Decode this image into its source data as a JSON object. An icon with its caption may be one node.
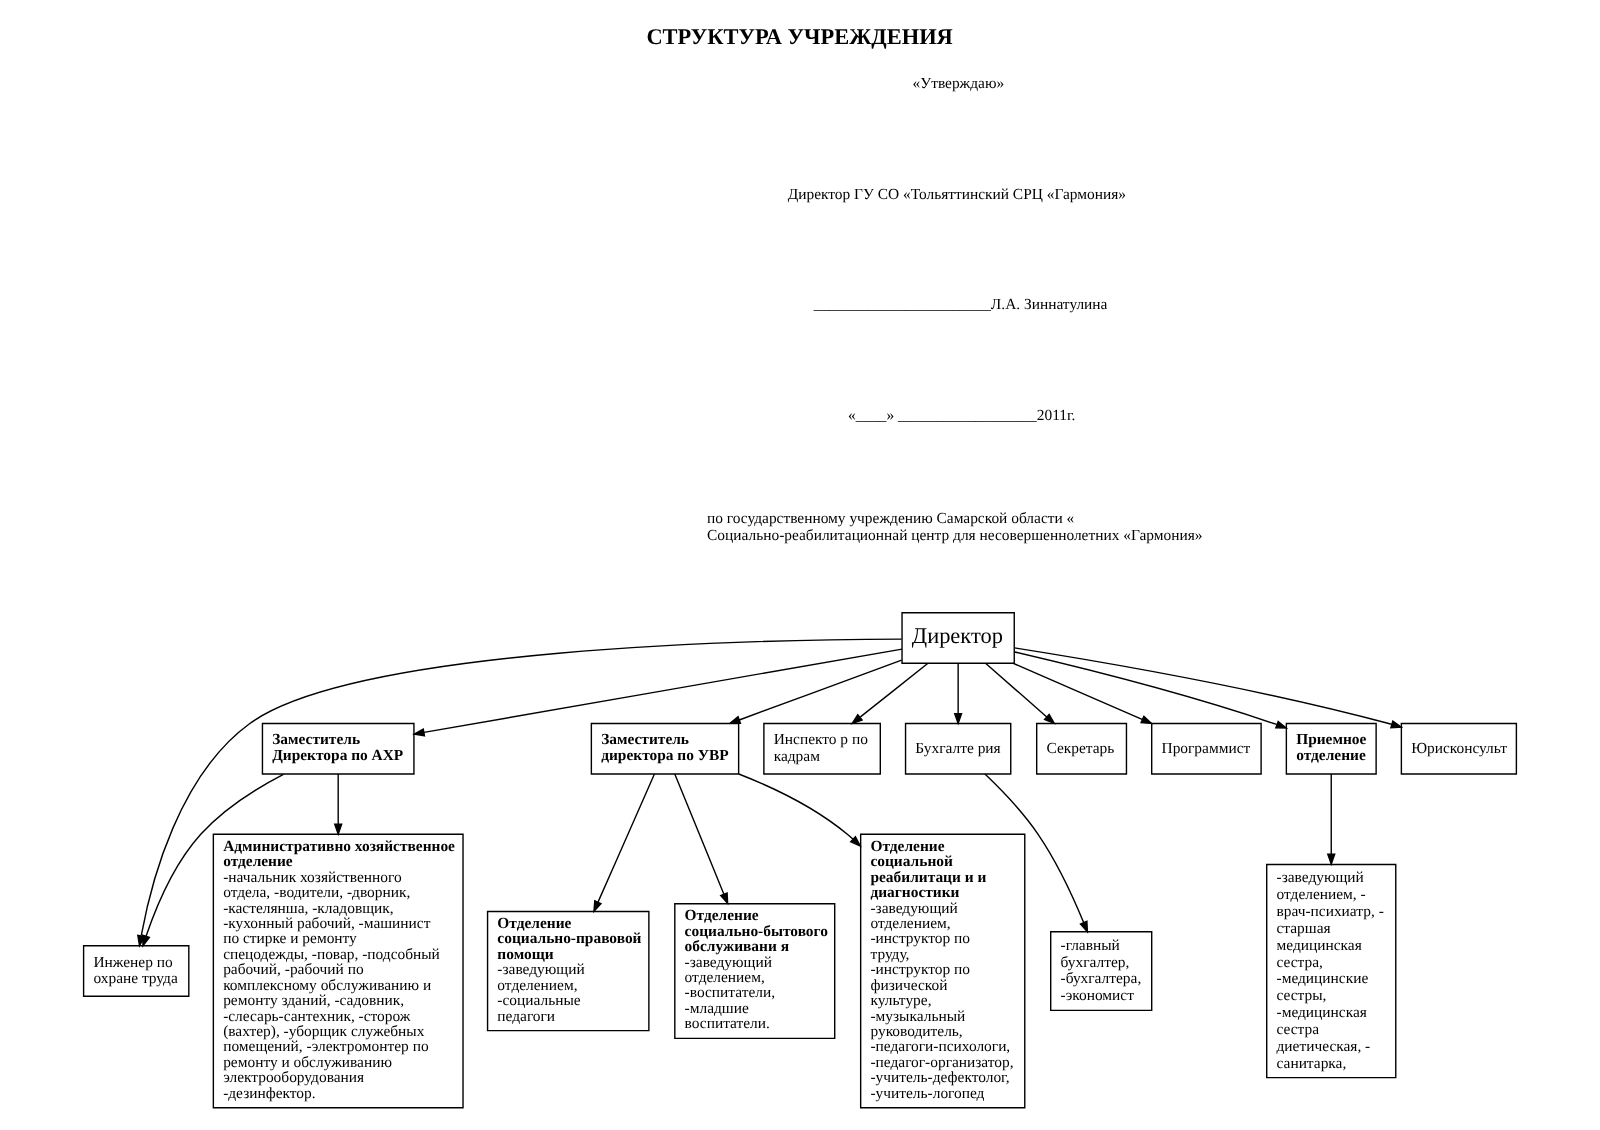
{
  "diagram": {
    "title": "СТРУКТУРА УЧРЕЖДЕНИЯ",
    "nodes": [
      {
        "text": [
          "Директор"
        ]
      },
      {
        "text": [
          "Заместитель Директора по АХР"
        ]
      },
      {
        "text": [
          "Инженер по охране труда"
        ]
      },
      {
        "text": [
          "Заместитель директора по УВР"
        ]
      },
      {
        "text": [
          "Инспекто р по кадрам"
        ]
      },
      {
        "text": [
          "Бухгалте рия"
        ]
      },
      {
        "text": [
          "Секретарь"
        ]
      },
      {
        "text": [
          "Программист"
        ]
      },
      {
        "text": [
          "Приемное отделение"
        ]
      },
      {
        "text": [
          "Юрисконсульт"
        ]
      },
      {
        "text": [
          "Административно хозяйственное отделение",
          "-начальник хозяйственного отдела, -водители, -дворник, -кастелянша, -кладовщик, -кухонный рабочий, -машинист по стирке и ремонту спецодежды, -повар, -подсобный рабочий, -рабочий по комплексному обслуживанию и ремонту зданий, -садовник, -слесарь-сантехник, -сторож (вахтер), -уборщик служебных помещений, -электромонтер по ремонту и обслуживанию электрооборудования -дезинфектор."
        ]
      },
      {
        "text": [
          "Отделение социально-правовой помощи",
          "-заведующий отделением, -социальные педагоги"
        ]
      },
      {
        "text": [
          "Отделение социально-бытового обслуживани я",
          "-заведующий отделением, -воспитатели, -младшие воспитатели."
        ]
      },
      {
        "text": [
          "Отделение социальной реабилитаци и и диагностики",
          "-заведующий отделением, -инструктор по труду, -инструктор по физической культуре, -музыкальный руководитель, -педагоги-психологи, -педагог-организатор, -учитель-дефектолог, -учитель-логопед"
        ]
      },
      {
        "text": [
          "-главный бухгалтер, -бухгалтера, -экономист"
        ]
      },
      {
        "text": [
          "-заведующий отделением, - врач-психиатр, - старшая медицинская сестра, -медицинские сестры, -медицинская сестра диетическая, - санитарка,"
        ]
      }
    ],
    "edges": [
      {
        "from": 0,
        "to": 1,
        "arrow": "to"
      },
      {
        "from": 0,
        "to": 2,
        "arrow": "to"
      },
      {
        "from": 0,
        "to": 3,
        "arrow": "to"
      },
      {
        "from": 0,
        "to": 4,
        "arrow": "to"
      },
      {
        "from": 0,
        "to": 5,
        "arrow": "to"
      },
      {
        "from": 0,
        "to": 6,
        "arrow": "to"
      },
      {
        "from": 0,
        "to": 7,
        "arrow": "to"
      },
      {
        "from": 0,
        "to": 8,
        "arrow": "to"
      },
      {
        "from": 0,
        "to": 9,
        "arrow": "to"
      },
      {
        "from": 1,
        "to": 2,
        "arrow": "to"
      },
      {
        "from": 1,
        "to": 10,
        "arrow": "to"
      },
      {
        "from": 3,
        "to": 11,
        "arrow": "to"
      },
      {
        "from": 3,
        "to": 12,
        "arrow": "to"
      },
      {
        "from": 3,
        "to": 13,
        "arrow": "to"
      },
      {
        "from": 5,
        "to": 14,
        "arrow": "to"
      },
      {
        "from": 8,
        "to": 15,
        "arrow": "to"
      }
    ],
    "labels": [
      "«Утверждаю»",
      "Директор ГУ СО «Тольяттинский СРЦ «Гармония»",
      "_______________________Л.А. Зиннатулина",
      "«____» __________________2011г.",
      "по государственному учреждению Самарской области « Социально-реабилитационнай центр для несовершеннолетних «Гармония»"
    ]
  }
}
